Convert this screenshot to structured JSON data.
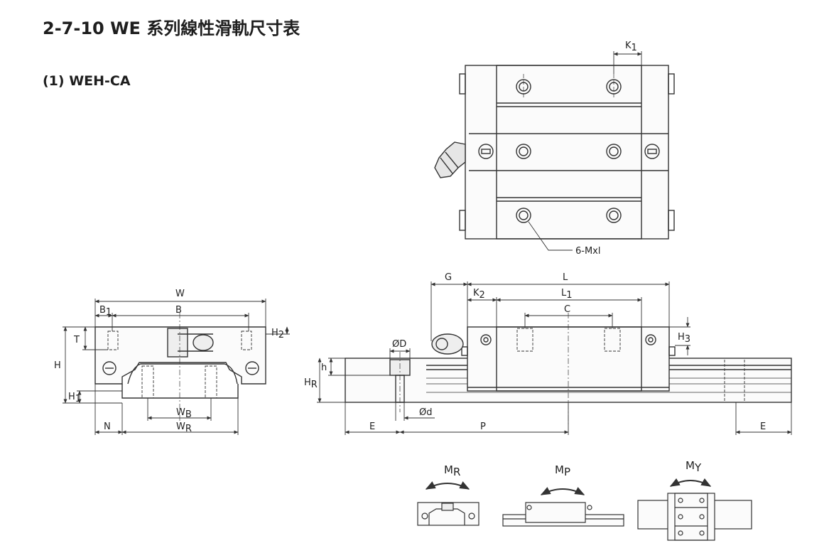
{
  "section": {
    "title_prefix": "2-7-10 WE",
    "title_suffix": "系列線性滑軌尺寸表",
    "subtitle": "(1) WEH-CA"
  },
  "dimensions": {
    "K1": {
      "main": "K",
      "sub": "1"
    },
    "mounting_holes": "6-Mxl",
    "W": "W",
    "B1": {
      "main": "B",
      "sub": "1"
    },
    "B": "B",
    "T": "T",
    "H": "H",
    "H1": {
      "main": "H",
      "sub": "1"
    },
    "H2": {
      "main": "H",
      "sub": "2"
    },
    "WB": {
      "main": "W",
      "sub": "B"
    },
    "WR": {
      "main": "W",
      "sub": "R"
    },
    "N": "N",
    "G": "G",
    "L": "L",
    "K2": {
      "main": "K",
      "sub": "2"
    },
    "L1": {
      "main": "L",
      "sub": "1"
    },
    "C": "C",
    "H3": {
      "main": "H",
      "sub": "3"
    },
    "OD": "ØD",
    "h": "h",
    "HR": {
      "main": "H",
      "sub": "R"
    },
    "Od": "Ød",
    "E": "E",
    "P": "P"
  },
  "moments": {
    "MR": {
      "main": "M",
      "sub": "R"
    },
    "MP": {
      "main": "M",
      "sub": "P"
    },
    "MY": {
      "main": "M",
      "sub": "Y"
    }
  }
}
